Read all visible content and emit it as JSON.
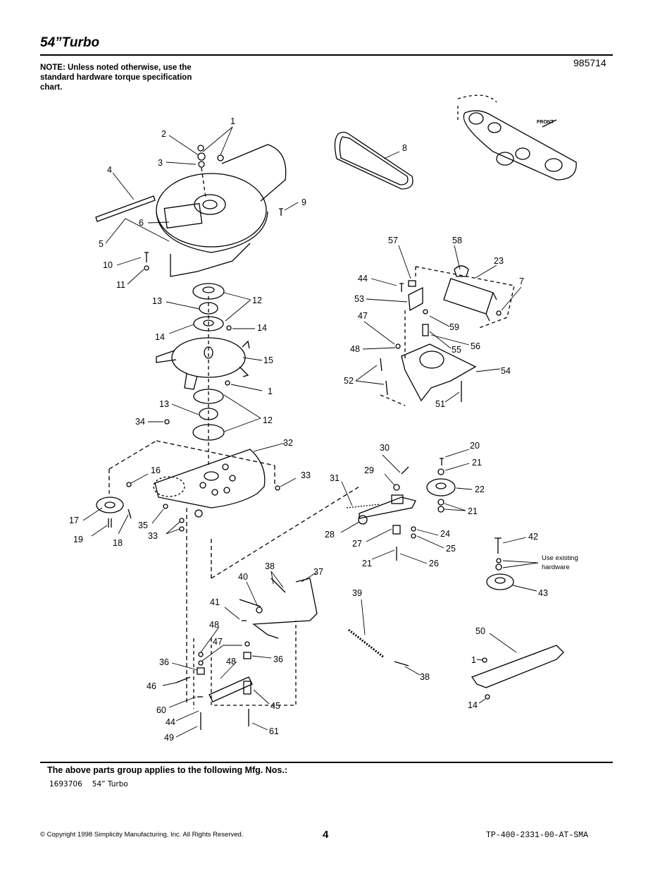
{
  "header": {
    "title": "54”Turbo",
    "note": "NOTE: Unless noted otherwise, use the standard hardware torque specification chart.",
    "diagram_number": "985714"
  },
  "callouts": {
    "c1": "1",
    "c2": "2",
    "c3": "3",
    "c4": "4",
    "c5": "5",
    "c6": "6",
    "c7": "7",
    "c8": "8",
    "c9": "9",
    "c10": "10",
    "c11": "11",
    "c12": "12",
    "c13": "13",
    "c14": "14",
    "c15": "15",
    "c16": "16",
    "c17": "17",
    "c18": "18",
    "c19": "19",
    "c20": "20",
    "c21": "21",
    "c22": "22",
    "c23": "23",
    "c24": "24",
    "c25": "25",
    "c26": "26",
    "c27": "27",
    "c28": "28",
    "c29": "29",
    "c30": "30",
    "c31": "31",
    "c32": "32",
    "c33": "33",
    "c34": "34",
    "c35": "35",
    "c36": "36",
    "c37": "37",
    "c38": "38",
    "c39": "39",
    "c40": "40",
    "c41": "41",
    "c42": "42",
    "c43": "43",
    "c44": "44",
    "c45": "45",
    "c46": "46",
    "c47": "47",
    "c48": "48",
    "c49": "49",
    "c50": "50",
    "c51": "51",
    "c52": "52",
    "c53": "53",
    "c54": "54",
    "c55": "55",
    "c56": "56",
    "c57": "57",
    "c58": "58",
    "c59": "59",
    "c60": "60",
    "c61": "61"
  },
  "labels": {
    "front": "FRONT",
    "use_existing_line1": "Use existing",
    "use_existing_line2": "hardware"
  },
  "footer": {
    "applies_to": "The above parts group applies to the following Mfg. Nos.:",
    "mfg_number": "1693706",
    "mfg_name": "54” Turbo",
    "copyright": "© Copyright 1998 Simplicity Manufacturing, Inc. All Rights Reserved.",
    "page_number": "4",
    "doc_id": "TP-400-2331-00-AT-SMA"
  }
}
